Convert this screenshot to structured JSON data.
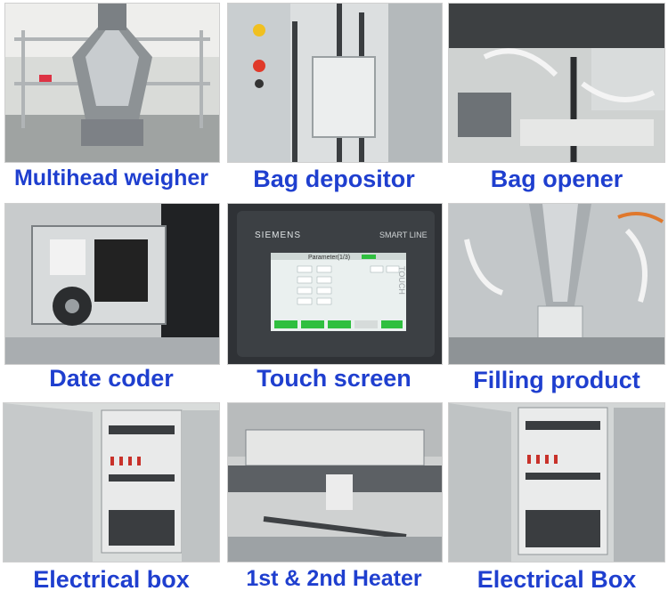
{
  "panels": [
    {
      "caption": "Multihead weigher",
      "subject": "multihead-weigher"
    },
    {
      "caption": "Bag depositor",
      "subject": "bag-depositor"
    },
    {
      "caption": "Bag opener",
      "subject": "bag-opener"
    },
    {
      "caption": "Date coder",
      "subject": "date-coder"
    },
    {
      "caption": "Touch screen",
      "subject": "touch-screen",
      "screen": {
        "brand": "SIEMENS",
        "line": "SMART LINE",
        "touch": "TOUCH",
        "title": "Parameter(1/3)"
      }
    },
    {
      "caption": "Filling product",
      "subject": "filling-product"
    },
    {
      "caption": "Electrical box",
      "subject": "electrical-box"
    },
    {
      "caption": "1st & 2nd Heater",
      "subject": "heater"
    },
    {
      "caption": "Electrical Box",
      "subject": "electrical-box"
    }
  ],
  "colors": {
    "caption": "#1f3fcf",
    "steel": "#b8bcc0",
    "panel": "#e8e8e6",
    "screen": "#eaf0ef"
  }
}
